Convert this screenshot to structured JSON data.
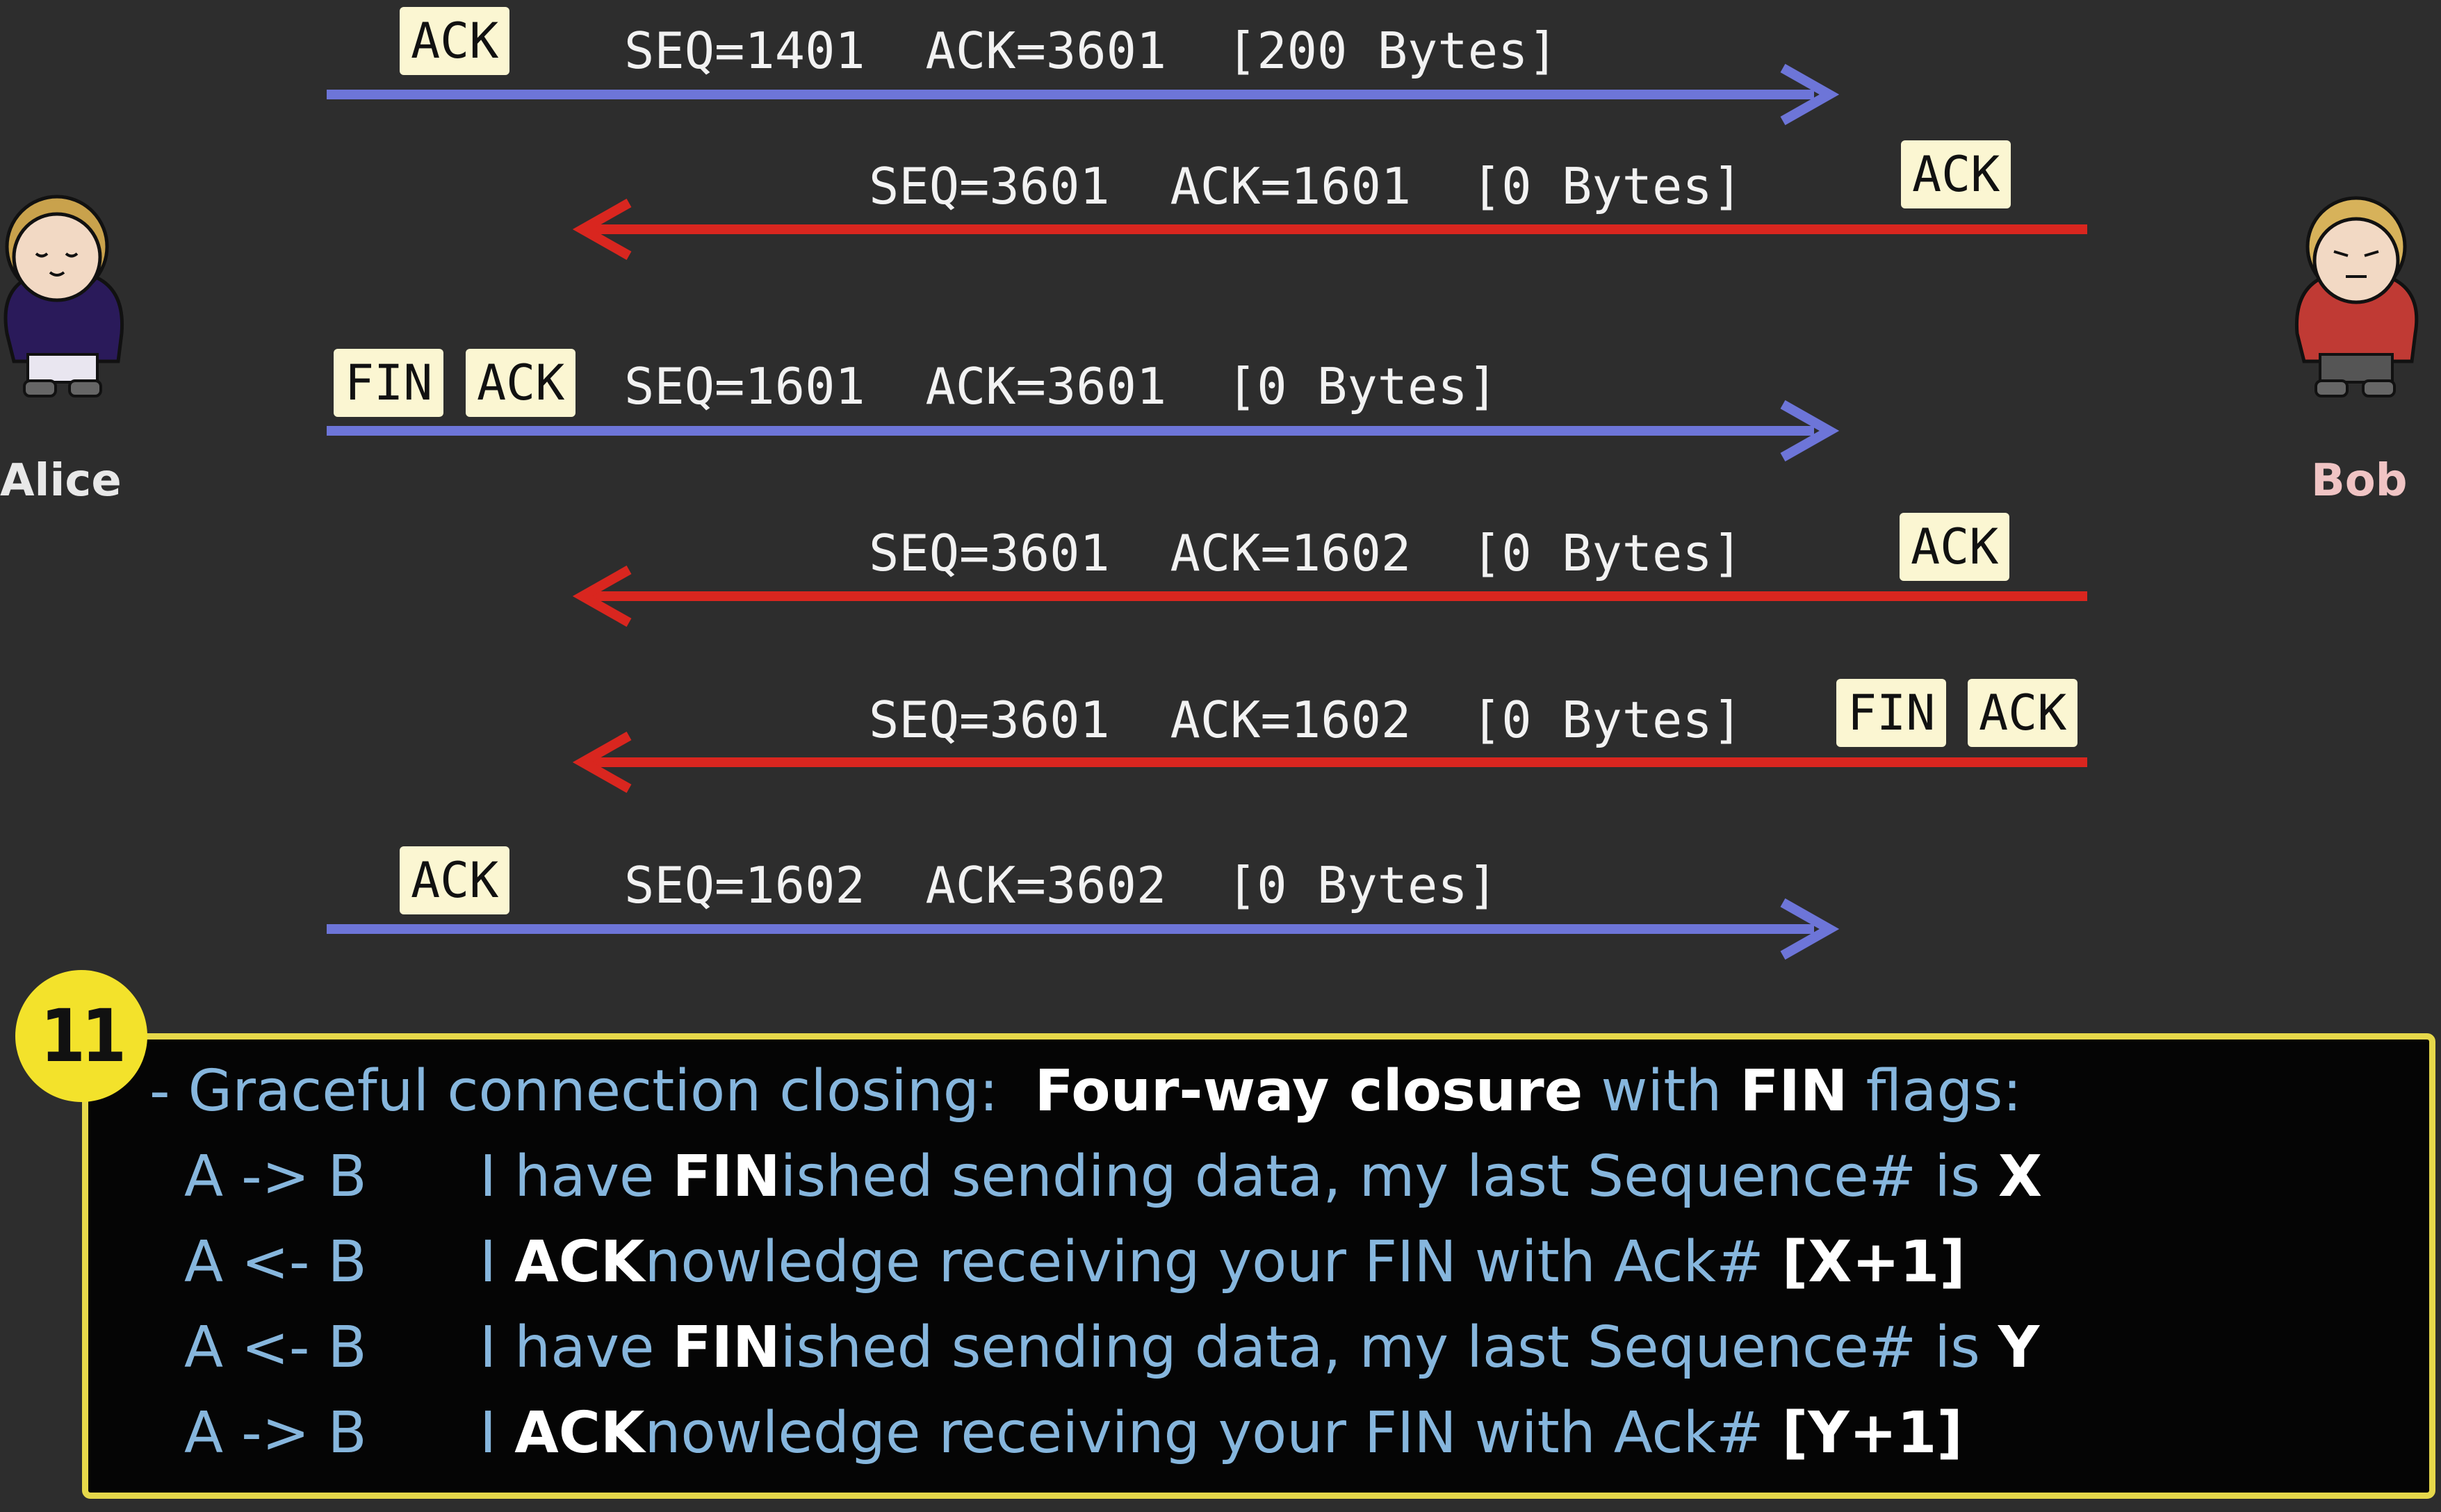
{
  "participants": {
    "left": {
      "name": "Alice",
      "color": "#e8e8e8"
    },
    "right": {
      "name": "Bob",
      "color": "#f0c4c4"
    }
  },
  "colors": {
    "to_right_arrow": "#6d75d8",
    "to_left_arrow": "#d9261f",
    "flag_bg": "#fbf6d2",
    "panel_border": "#e6d84a",
    "badge": "#f3e22b",
    "caption_text": "#86b6dd"
  },
  "messages": [
    {
      "direction": "right",
      "flags": [
        "ACK"
      ],
      "text": "SEQ=1401  ACK=3601  [200 Bytes]"
    },
    {
      "direction": "left",
      "flags": [
        "ACK"
      ],
      "text": "SEQ=3601  ACK=1601  [0 Bytes]"
    },
    {
      "direction": "right",
      "flags": [
        "FIN",
        "ACK"
      ],
      "text": "SEQ=1601  ACK=3601  [0 Bytes]"
    },
    {
      "direction": "left",
      "flags": [
        "ACK"
      ],
      "text": "SEQ=3601  ACK=1602  [0 Bytes]"
    },
    {
      "direction": "left",
      "flags": [
        "FIN",
        "ACK"
      ],
      "text": "SEQ=3601  ACK=1602  [0 Bytes]"
    },
    {
      "direction": "right",
      "flags": [
        "ACK"
      ],
      "text": "SEQ=1602  ACK=3602  [0 Bytes]"
    }
  ],
  "note": {
    "number": "11",
    "heading": {
      "prefix": "- Graceful connection closing:  ",
      "bold1": "Four-way closure",
      "mid": " with ",
      "bold2": "FIN",
      "suffix": " flags:"
    },
    "steps": [
      {
        "dir": "A -> B",
        "pre": "I have ",
        "hl": "FIN",
        "post": "ished sending data, my last Sequence# is ",
        "end": "X"
      },
      {
        "dir": "A <- B",
        "pre": "I ",
        "hl": "ACK",
        "post": "nowledge receiving your FIN with Ack# ",
        "end": "[X+1]"
      },
      {
        "dir": "A <- B",
        "pre": "I have ",
        "hl": "FIN",
        "post": "ished sending data, my last Sequence# is ",
        "end": "Y"
      },
      {
        "dir": "A -> B",
        "pre": "I ",
        "hl": "ACK",
        "post": "nowledge receiving your FIN with Ack# ",
        "end": "[Y+1]"
      }
    ]
  }
}
